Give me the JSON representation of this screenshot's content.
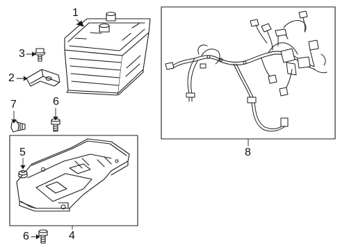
{
  "callouts": {
    "c1": "1",
    "c2": "2",
    "c3": "3",
    "c4": "4",
    "c5": "5",
    "c6a": "6",
    "c6b": "6",
    "c7": "7",
    "c8": "8"
  },
  "parts": [
    {
      "number": "1",
      "name": "battery"
    },
    {
      "number": "2",
      "name": "hold-down-bracket"
    },
    {
      "number": "3",
      "name": "bolt"
    },
    {
      "number": "4",
      "name": "battery-tray"
    },
    {
      "number": "5",
      "name": "grommet"
    },
    {
      "number": "6",
      "name": "bolt"
    },
    {
      "number": "7",
      "name": "bolt"
    },
    {
      "number": "8",
      "name": "wiring-harness"
    }
  ],
  "colors": {
    "line": "#1a1a1a",
    "background": "#ffffff"
  }
}
